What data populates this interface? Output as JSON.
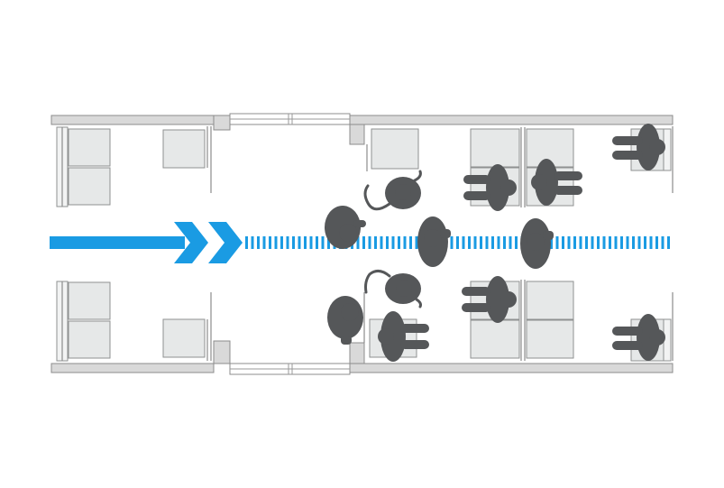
{
  "diagram": {
    "subject": "train-car-floorplan-passenger-flow",
    "colors": {
      "flow": "#1a9be3",
      "person": "#555759",
      "seat": "#e6e8e8",
      "wall": "#d9d9d9",
      "outline": "#8c8c8c"
    },
    "seat_rows": 6,
    "standing_passengers": 4,
    "seated_passengers": 8,
    "flow_direction": "left-to-right"
  }
}
